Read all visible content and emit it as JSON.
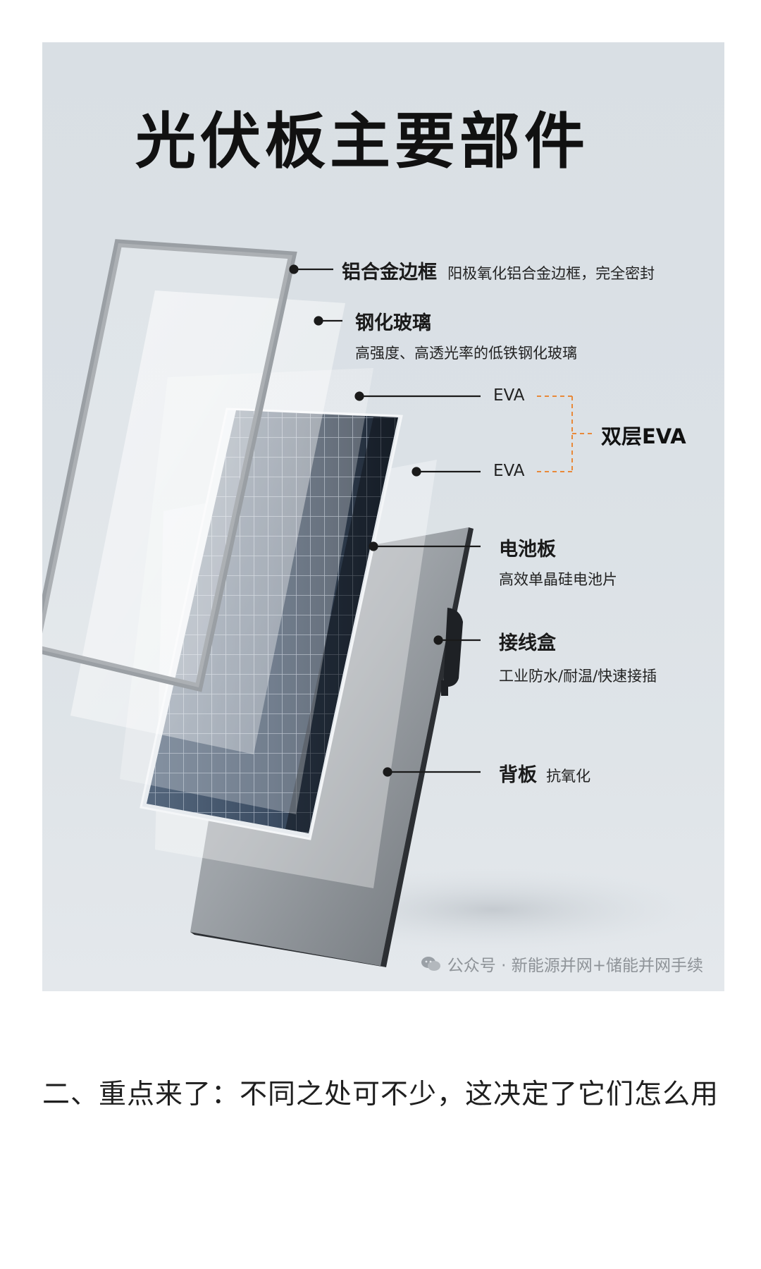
{
  "figure": {
    "title": "光伏板主要部件",
    "parts": {
      "frame": {
        "name": "铝合金边框",
        "desc": "阳极氧化铝合金边框，完全密封"
      },
      "glass": {
        "name": "钢化玻璃",
        "desc": "高强度、高透光率的低铁钢化玻璃"
      },
      "eva_top": "EVA",
      "eva_bottom": "EVA",
      "double_eva": "双层EVA",
      "cell": {
        "name": "电池板",
        "desc": "高效单晶硅电池片"
      },
      "junction_box": {
        "name": "接线盒",
        "desc": "工业防水/耐温/快速接插"
      },
      "backsheet": {
        "name": "背板",
        "desc": "抗氧化"
      }
    },
    "watermark": "公众号 · 新能源并网+储能并网手续",
    "colors": {
      "background": "#dbe1e6",
      "accent_dashed": "#e8893a",
      "cell_blue": "#3a4e66"
    }
  },
  "article": {
    "paragraph": "二、重点来了：不同之处可不少，这决定了它们怎么用"
  }
}
